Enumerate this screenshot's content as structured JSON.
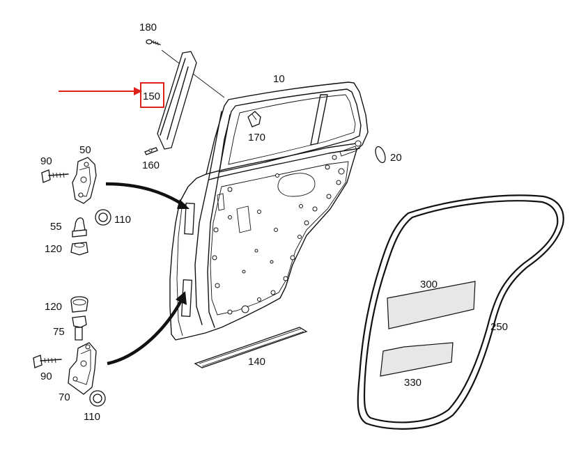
{
  "diagram": {
    "labels": {
      "p10": "10",
      "p20": "20",
      "p50": "50",
      "p55": "55",
      "p70": "70",
      "p75": "75",
      "p90_top": "90",
      "p90_bottom": "90",
      "p110_top": "110",
      "p110_bottom": "110",
      "p120_top": "120",
      "p120_bottom": "120",
      "p140": "140",
      "p150": "150",
      "p160": "160",
      "p170": "170",
      "p180": "180",
      "p250": "250",
      "p300": "300",
      "p330": "330"
    },
    "highlighted_part": "150",
    "colors": {
      "highlight": "#e0201b",
      "line": "#111111",
      "label_panel": "#e7e7e7",
      "background": "#ffffff"
    }
  }
}
